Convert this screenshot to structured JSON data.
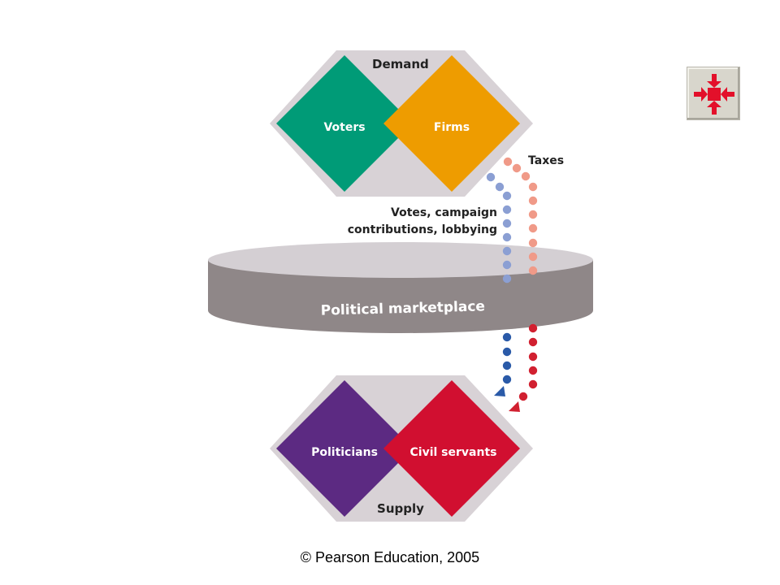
{
  "diagram": {
    "demand": {
      "label": "Demand",
      "left": "Voters",
      "right": "Firms"
    },
    "supply": {
      "label": "Supply",
      "left": "Politicians",
      "right": "Civil servants"
    },
    "marketplace": "Political marketplace",
    "flows": {
      "taxes": "Taxes",
      "votes_line1": "Votes, campaign",
      "votes_line2": "contributions, lobbying"
    },
    "colors": {
      "voters": "#009b77",
      "firms": "#ee9c00",
      "politicians": "#5c2a82",
      "civil_servants": "#d10f30",
      "hexagon": "#d8d2d6",
      "ring_top": "#d4cfd3",
      "ring_band": "#8f8788",
      "votes_light": "#8b9fd3",
      "votes_dark": "#2a5aa8",
      "taxes_light": "#f09a88",
      "taxes_dark": "#d12030"
    }
  },
  "nav": {
    "icon": "shrink-arrows-icon"
  },
  "footer": {
    "copyright": "© Pearson Education, 2005"
  }
}
